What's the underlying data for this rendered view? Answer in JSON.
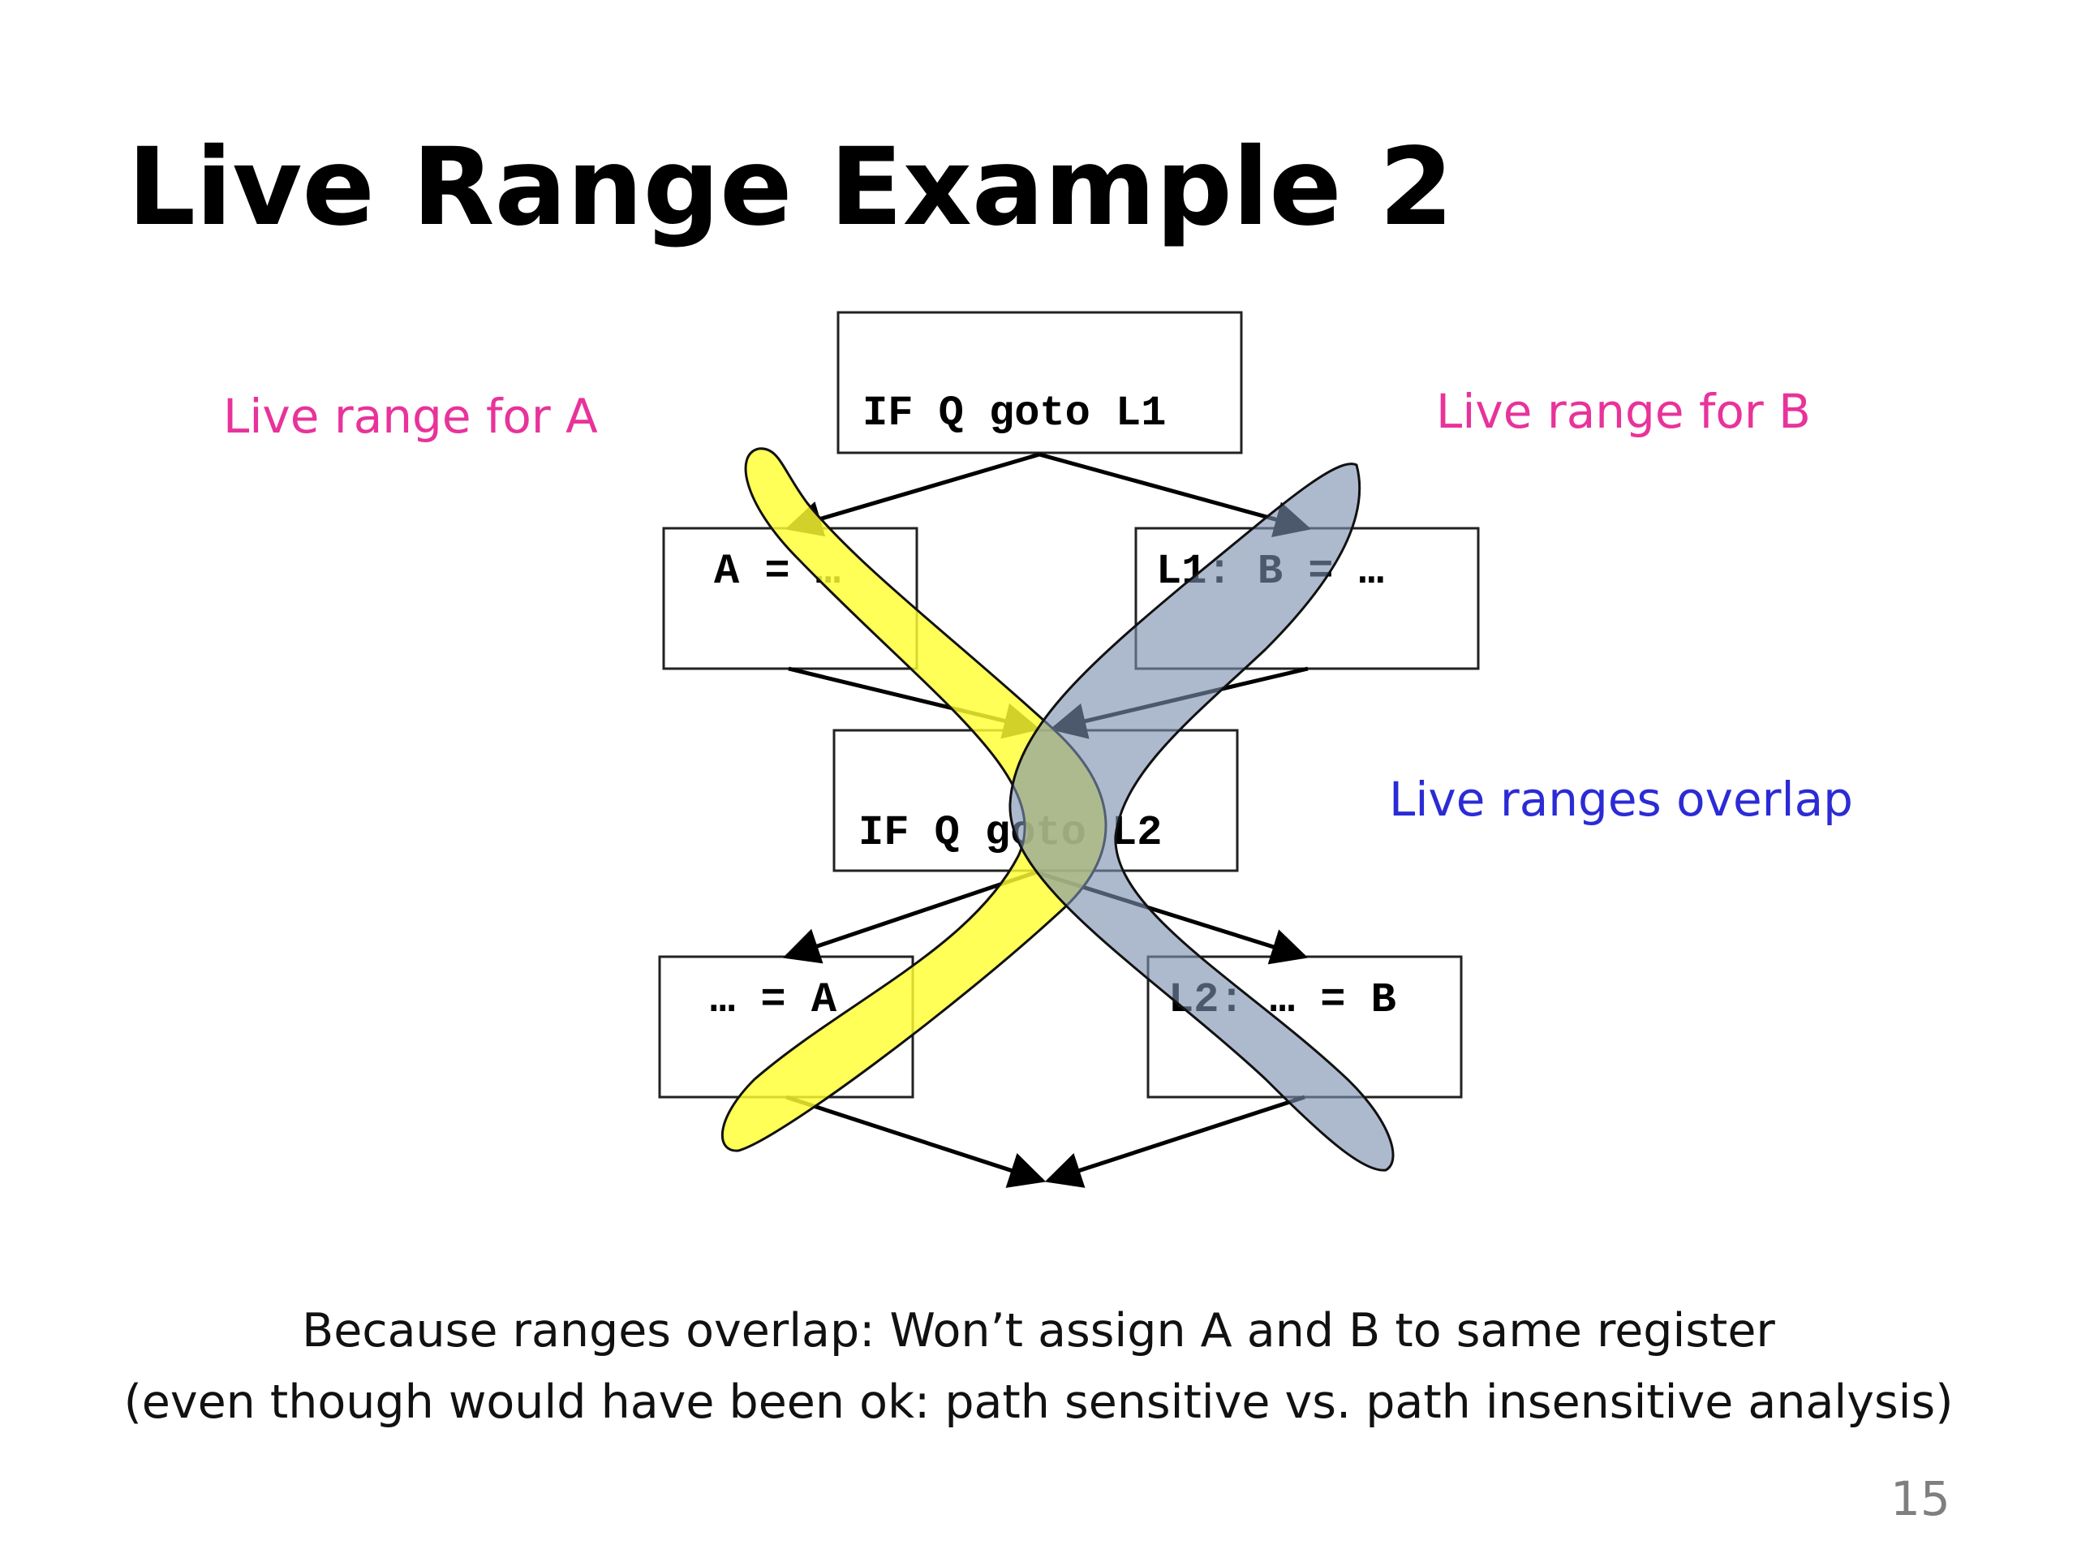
{
  "slide": {
    "title": "Live Range Example 2",
    "page_number": "15"
  },
  "annotations": {
    "live_range_a": "Live range for A",
    "live_range_b": "Live range for B",
    "overlap": "Live ranges overlap"
  },
  "cfg": {
    "blocks": {
      "entry": "IF Q goto L1",
      "def_a": "A = …",
      "def_b": "L1: B = …",
      "branch2": "IF Q goto L2",
      "use_a": "… = A",
      "use_b": "L2: … = B"
    }
  },
  "footer": {
    "line1": "Because ranges overlap: Won’t assign A and B to same register",
    "line2": "(even though would have been ok: path sensitive vs. path insensitive analysis)"
  },
  "colors": {
    "live_range_a_fill": "#ffff33",
    "live_range_b_fill": "#7b90b0",
    "annotation_pink": "#e8339a",
    "annotation_blue": "#2b2bd6"
  }
}
